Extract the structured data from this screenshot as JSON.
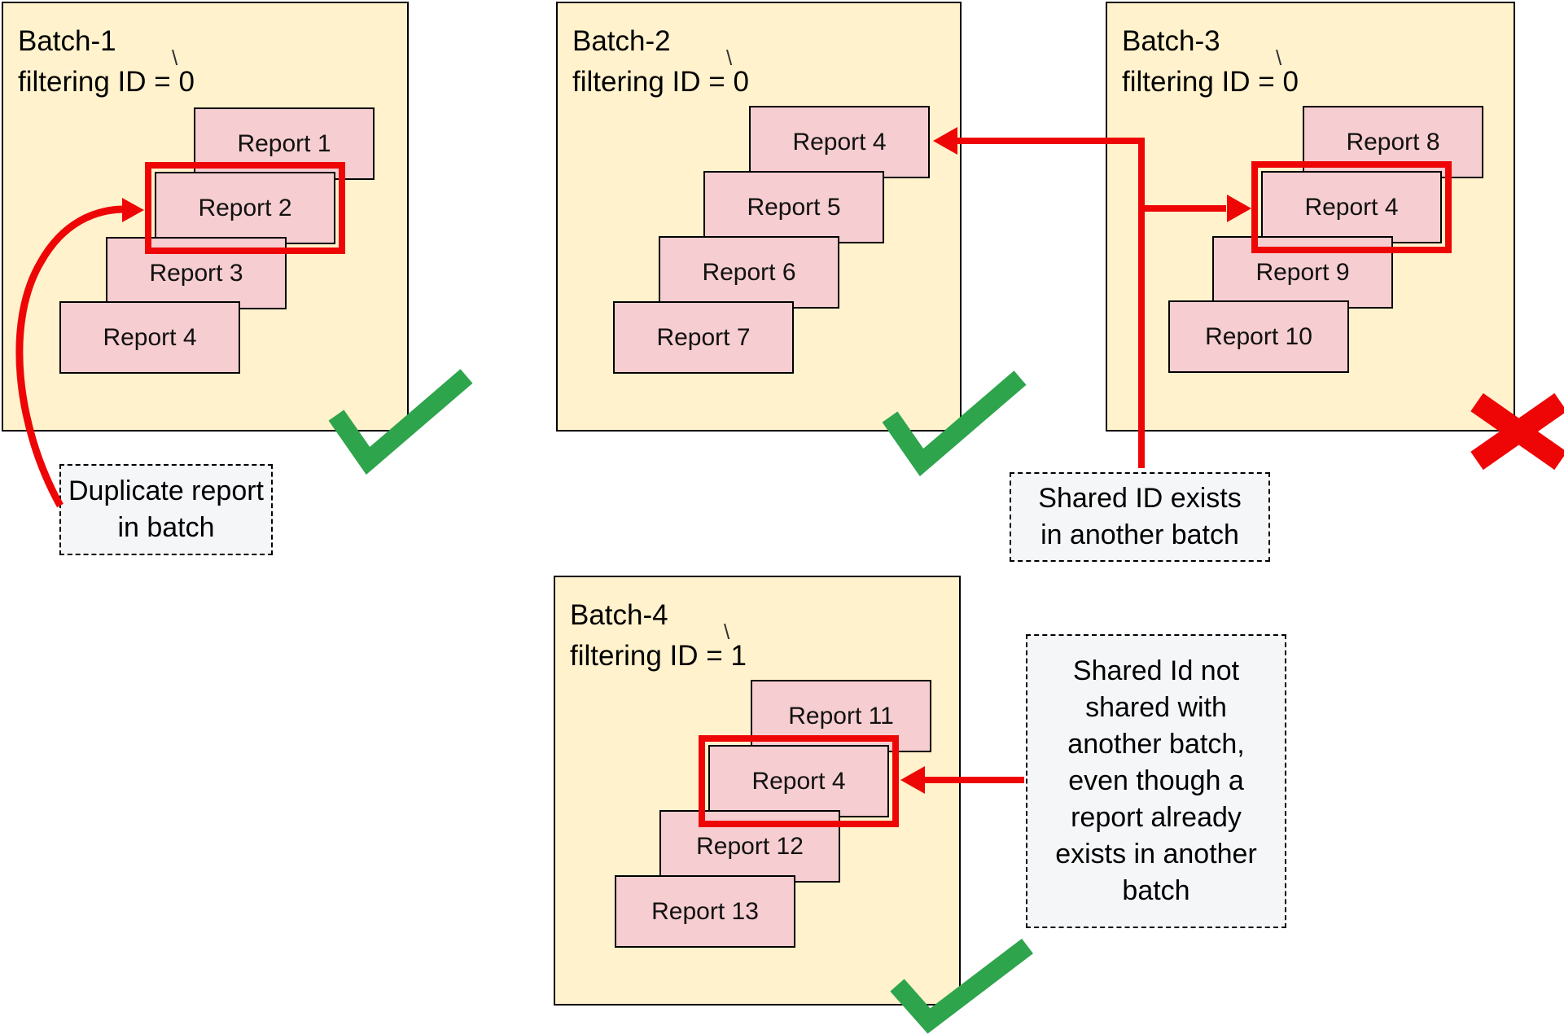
{
  "colors": {
    "batch_fill": "#FFF2CC",
    "batch_border": "#000000",
    "report_fill": "#F6CDD0",
    "report_border": "#000000",
    "accent_red": "#EE0606",
    "check_green": "#2EA44C",
    "note_bg": "#F5F6F8"
  },
  "decoration": {
    "tick": "\\"
  },
  "batches": [
    {
      "title": "Batch-1",
      "subtitle": "filtering ID = 0",
      "status": "pass",
      "reports": [
        "Report 1",
        "Report 2",
        "Report 3",
        "Report 4"
      ],
      "highlighted_report": "Report 2"
    },
    {
      "title": "Batch-2",
      "subtitle": "filtering ID = 0",
      "status": "pass",
      "reports": [
        "Report 4",
        "Report 5",
        "Report 6",
        "Report 7"
      ],
      "highlighted_report": ""
    },
    {
      "title": "Batch-3",
      "subtitle": "filtering ID = 0",
      "status": "fail",
      "reports": [
        "Report 8",
        "Report 4",
        "Report 9",
        "Report 10"
      ],
      "highlighted_report": "Report 4"
    },
    {
      "title": "Batch-4",
      "subtitle": "filtering ID = 1",
      "status": "pass",
      "reports": [
        "Report 11",
        "Report 4",
        "Report 12",
        "Report 13"
      ],
      "highlighted_report": "Report 4"
    }
  ],
  "notes": [
    {
      "lines": [
        "Duplicate report",
        "in batch"
      ]
    },
    {
      "lines": [
        "Shared ID exists",
        "in another batch"
      ]
    },
    {
      "lines": [
        "Shared Id not",
        "shared with",
        "another batch,",
        "even though a",
        "report already",
        "exists in another",
        "batch"
      ]
    }
  ]
}
